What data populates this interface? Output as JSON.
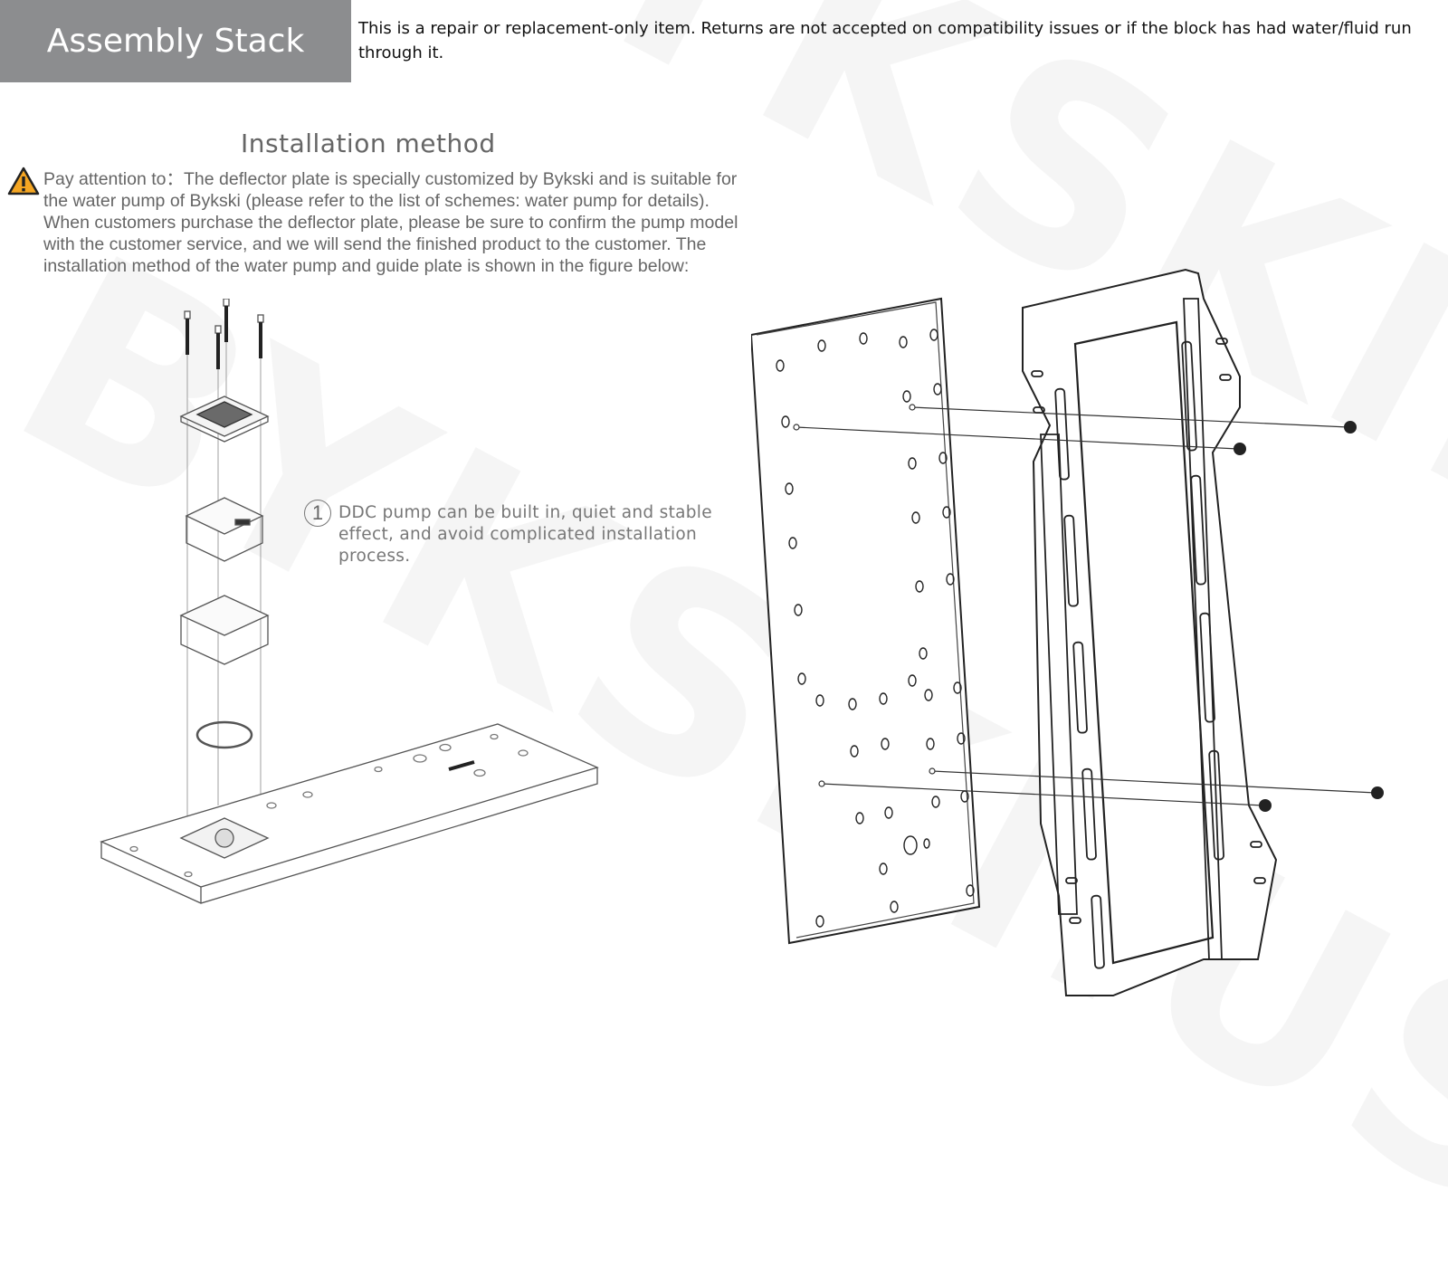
{
  "header": {
    "title": "Assembly Stack",
    "notice": "This is a repair or replacement-only item. Returns are not accepted on compatibility issues or if the block has had water/fluid run through it."
  },
  "installation": {
    "title": "Installation method",
    "warning": "Pay attention to：The deflector plate is specially customized by Bykski and is suitable for the water pump of Bykski (please refer to the list of schemes: water pump for details). When customers purchase the deflector plate, please be sure to confirm the pump model with the customer service, and we will send the finished product to the customer. The installation method of the water pump and guide plate is shown in the figure below:",
    "step_number": "1",
    "step_text": "DDC pump can be built in, quiet and stable effect, and avoid complicated installation process."
  },
  "icons": {
    "warning": "warning-triangle-icon"
  },
  "colors": {
    "header_bg": "#8c8d8f",
    "warning_icon": "#f5a623"
  }
}
